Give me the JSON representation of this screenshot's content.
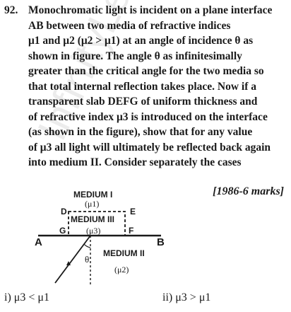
{
  "question": {
    "number": "92.",
    "lines": [
      "Monochromatic light is incident on a plane interface",
      "AB between two media of refractive indices",
      "μ1 and μ2 (μ2 > μ1) at an angle of incidence θ as",
      "shown in figure. The angle θ as infinitesimally",
      "greater than the critical angle for the two media so",
      "that total internal reflection takes place. Now if a",
      "transparent slab DEFG of uniform thickness and",
      "of refractive index μ3 is introduced on the interface",
      "(as shown in the figure), show that for any value",
      "of μ3 all light will ultimately be reflected back again",
      "into medium II. Consider separately the cases"
    ],
    "marks": "[1986-6 marks]"
  },
  "figure": {
    "medium1_label": "MEDIUM I",
    "medium1_index": "(μ1)",
    "medium3_label": "MEDIUM III",
    "medium3_index": "(μ3)",
    "medium2_label": "MEDIUM II",
    "medium2_index": "(μ2)",
    "point_D": "D",
    "point_E": "E",
    "point_F": "F",
    "point_G": "G",
    "point_A": "A",
    "point_B": "B",
    "angle": "θ"
  },
  "cases": {
    "case1": "i) μ3 < μ1",
    "case2": "ii) μ3 > μ1"
  },
  "watermark": "InfinityLearn.com"
}
